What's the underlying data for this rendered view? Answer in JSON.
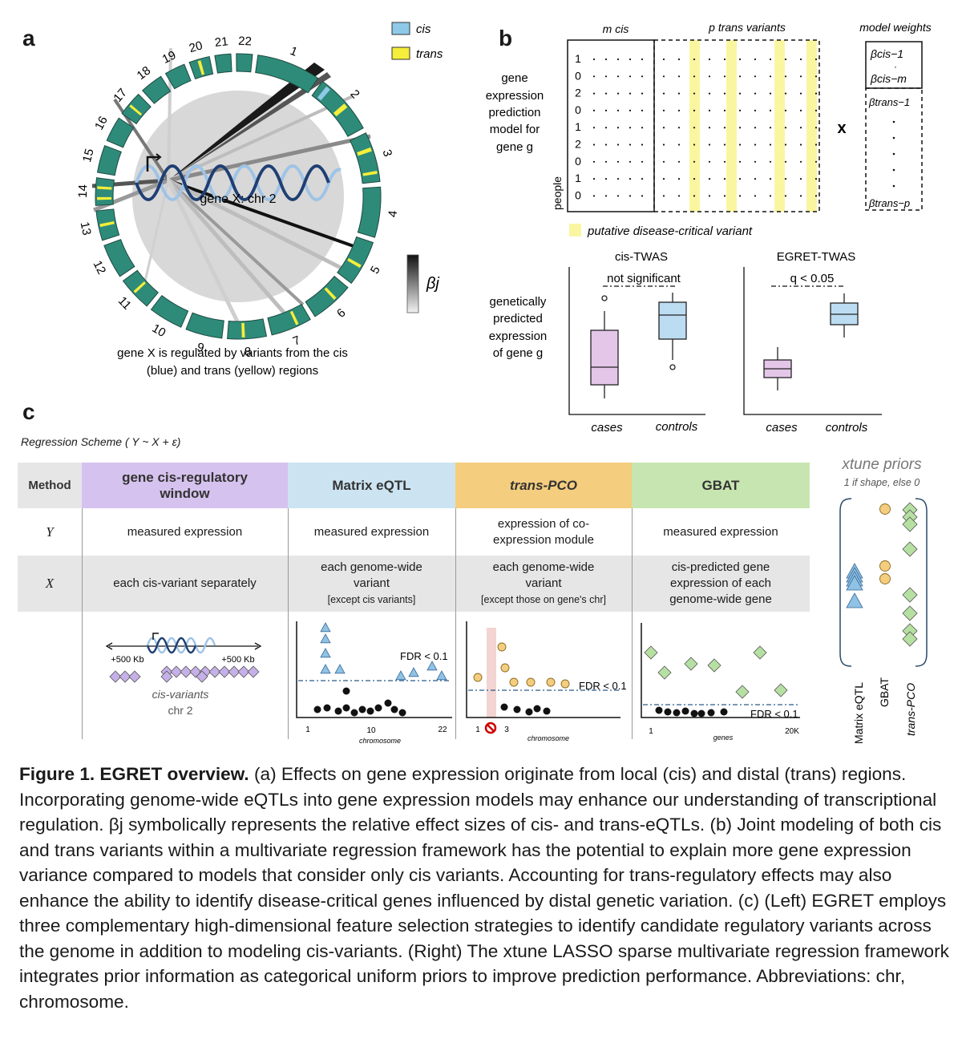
{
  "panel_letters": {
    "a": "a",
    "b": "b",
    "c": "c"
  },
  "panel_a": {
    "chromosomes": [
      "1",
      "2",
      "3",
      "4",
      "5",
      "6",
      "7",
      "8",
      "9",
      "10",
      "11",
      "12",
      "13",
      "14",
      "15",
      "16",
      "17",
      "18",
      "19",
      "20",
      "21",
      "22"
    ],
    "legend": {
      "cis": "cis",
      "trans": "trans"
    },
    "center_label": "gene X: chr 2",
    "beta_label": "βj",
    "caption_line1": "gene X is regulated by variants from the cis",
    "caption_line2": "(blue) and trans (yellow) regions",
    "colors": {
      "ring": "#2e8b7a",
      "cis": "#8ec9e8",
      "trans": "#f5ee3a",
      "center": "#d8d8d8"
    }
  },
  "panel_b": {
    "m_cis": "m cis",
    "p_trans": "p trans variants",
    "model_weights": "model weights",
    "row_label": [
      "gene",
      "expression",
      "prediction",
      "model for",
      "gene g"
    ],
    "genotypes": [
      "1",
      "0",
      "2",
      "0",
      "1",
      "2",
      "0",
      "1",
      "0"
    ],
    "people": "people",
    "multiply": "x",
    "weights": {
      "cis1": "βcis−1",
      "cism": "βcis−m",
      "trans1": "βtrans−1",
      "transp": "βtrans−p"
    },
    "legend_variant": "putative disease-critical variant",
    "box_ylabel": [
      "genetically",
      "predicted",
      "expression",
      "of gene g"
    ],
    "cis_twas": "cis-TWAS",
    "egret_twas": "EGRET-TWAS",
    "not_significant": "not significant",
    "q_value": "q < 0.05",
    "cases": "cases",
    "controls": "controls"
  },
  "panel_c": {
    "scheme": "Regression Scheme ( Y ~ X  + ε)",
    "method": "Method",
    "headers": {
      "gene_cis": "gene cis-regulatory window",
      "matrix": "Matrix eQTL",
      "transpco": "trans-PCO",
      "gbat": "GBAT"
    },
    "y_label": "Y",
    "x_label": "X",
    "y_row": {
      "gene_cis": "measured expression",
      "matrix": "measured expression",
      "transpco": "expression of co-expression module",
      "gbat": "measured expression"
    },
    "x_row": {
      "gene_cis": "each cis-variant separately",
      "matrix": "each genome-wide variant",
      "matrix_note": "[except cis variants]",
      "transpco": "each genome-wide variant",
      "transpco_note": "[except those on gene's chr]",
      "gbat": "cis-predicted gene expression of each genome-wide gene"
    },
    "cis_plot": {
      "left": "+500 Kb",
      "right": "+500 Kb",
      "label1": "cis-variants",
      "label2": "chr 2"
    },
    "matrix_plot": {
      "fdr": "FDR < 0.1",
      "x1": "1",
      "x2": "10",
      "x3": "22",
      "xlabel": "chromosome"
    },
    "transpco_plot": {
      "fdr": "FDR < 0.1",
      "x1": "1",
      "x3": "3",
      "xlabel": "chromosome"
    },
    "gbat_plot": {
      "fdr": "FDR < 0.1",
      "x1": "1",
      "x2": "20K",
      "xlabel": "genes"
    },
    "xtune_title": "xtune priors",
    "xtune_sub": "1 if shape, else 0",
    "xtune_labels": [
      "Matrix eQTL",
      "GBAT",
      "trans-PCO"
    ],
    "colors": {
      "purple": "#d6c2ee",
      "blue": "#cce4f2",
      "orange": "#f4cd7e",
      "green": "#c7e5b0",
      "gray": "#e6e6e6"
    }
  },
  "caption": {
    "title": "Figure 1. EGRET overview.",
    "body": " (a) Effects on gene expression originate from local (cis) and distal (trans) regions. Incorporating genome-wide eQTLs into gene expression models may enhance our understanding of transcriptional regulation. βj symbolically represents the relative effect sizes of cis- and trans-eQTLs. (b) Joint modeling of both cis and trans variants within a multivariate regression framework has the potential to explain more gene expression variance compared to models that consider only cis variants. Accounting for trans-regulatory effects may also enhance the ability to identify disease-critical genes influenced by distal genetic variation. (c) (Left) EGRET employs three complementary high-dimensional feature selection strategies to identify candidate regulatory variants across the genome in addition to modeling cis-variants. (Right) The xtune LASSO sparse multivariate regression framework integrates prior information as categorical uniform priors to improve prediction performance. Abbreviations: chr, chromosome."
  }
}
